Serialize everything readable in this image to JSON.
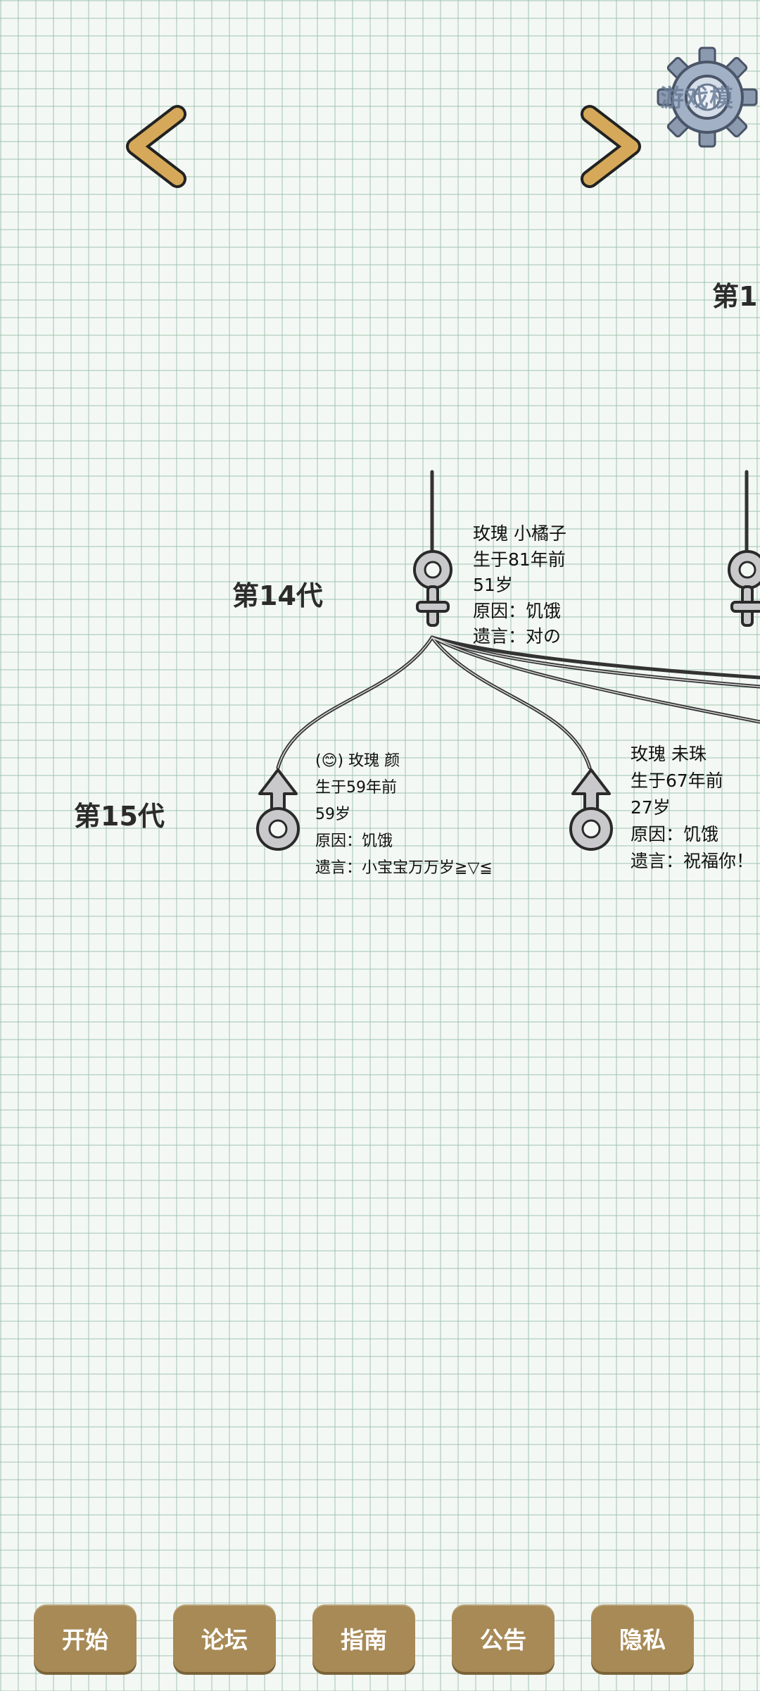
{
  "nav": {
    "prev_icon": "chevron-left-icon",
    "next_icon": "chevron-right-icon",
    "settings_icon": "gear-icon",
    "settings_overlay_text": "游戏模"
  },
  "generations": {
    "g_top_partial": "第1",
    "g14": "第14代",
    "g15": "第15代"
  },
  "people": {
    "parent": {
      "name": "玫瑰 小橘子",
      "born": "生于81年前",
      "age": "51岁",
      "cause": "原因：饥饿",
      "last_words": "遗言：对の",
      "gender_icon": "female-symbol-icon"
    },
    "child1": {
      "name": "(😊) 玫瑰 颜",
      "born": "生于59年前",
      "age": "59岁",
      "cause": "原因：饥饿",
      "last_words": "遗言：小宝宝万万岁≧▽≦",
      "gender_icon": "male-symbol-icon"
    },
    "child2": {
      "name": "玫瑰 未珠",
      "born": "生于67年前",
      "age": "27岁",
      "cause": "原因：饥饿",
      "last_words": "遗言：祝福你！",
      "gender_icon": "male-symbol-icon"
    }
  },
  "bottom_buttons": [
    "开始",
    "论坛",
    "指南",
    "公告",
    "隐私"
  ],
  "colors": {
    "button_bg": "#a88a56",
    "arrow": "#d5a959",
    "line": "#555555",
    "symbol_fill": "#c9c9cc"
  }
}
